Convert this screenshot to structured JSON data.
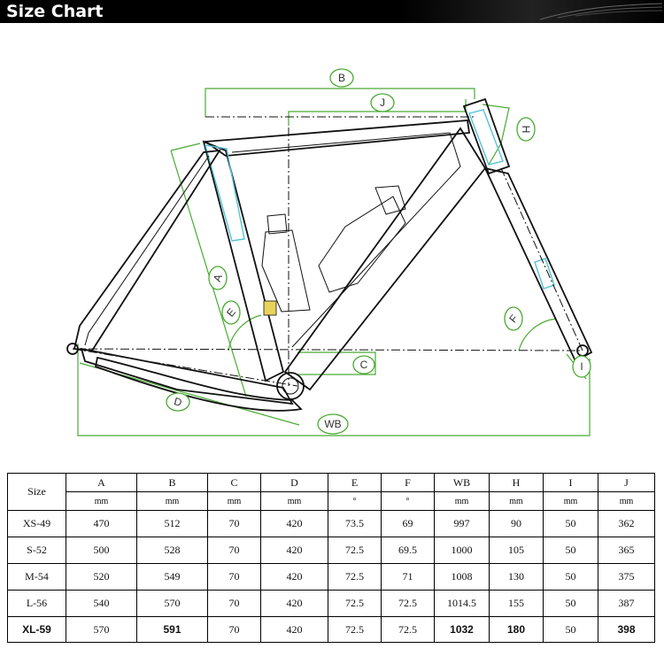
{
  "header": {
    "title": "Size Chart"
  },
  "diagram": {
    "labels": [
      "B",
      "J",
      "H",
      "A",
      "E",
      "F",
      "C",
      "D",
      "WB",
      "I"
    ]
  },
  "table": {
    "size_header": "Size",
    "columns": [
      "A",
      "B",
      "C",
      "D",
      "E",
      "F",
      "WB",
      "H",
      "I",
      "J"
    ],
    "units": [
      "mm",
      "mm",
      "mm",
      "mm",
      "°",
      "°",
      "mm",
      "mm",
      "mm",
      "mm"
    ],
    "rows": [
      {
        "size": "XS-49",
        "values": [
          "470",
          "512",
          "70",
          "420",
          "73.5",
          "69",
          "997",
          "90",
          "50",
          "362"
        ]
      },
      {
        "size": "S-52",
        "values": [
          "500",
          "528",
          "70",
          "420",
          "72.5",
          "69.5",
          "1000",
          "105",
          "50",
          "365"
        ]
      },
      {
        "size": "M-54",
        "values": [
          "520",
          "549",
          "70",
          "420",
          "72.5",
          "71",
          "1008",
          "130",
          "50",
          "375"
        ]
      },
      {
        "size": "L-56",
        "values": [
          "540",
          "570",
          "70",
          "420",
          "72.5",
          "72.5",
          "1014.5",
          "155",
          "50",
          "387"
        ]
      },
      {
        "size": "XL-59",
        "values": [
          "570",
          "591",
          "70",
          "420",
          "72.5",
          "72.5",
          "1032",
          "180",
          "50",
          "398"
        ]
      }
    ]
  }
}
